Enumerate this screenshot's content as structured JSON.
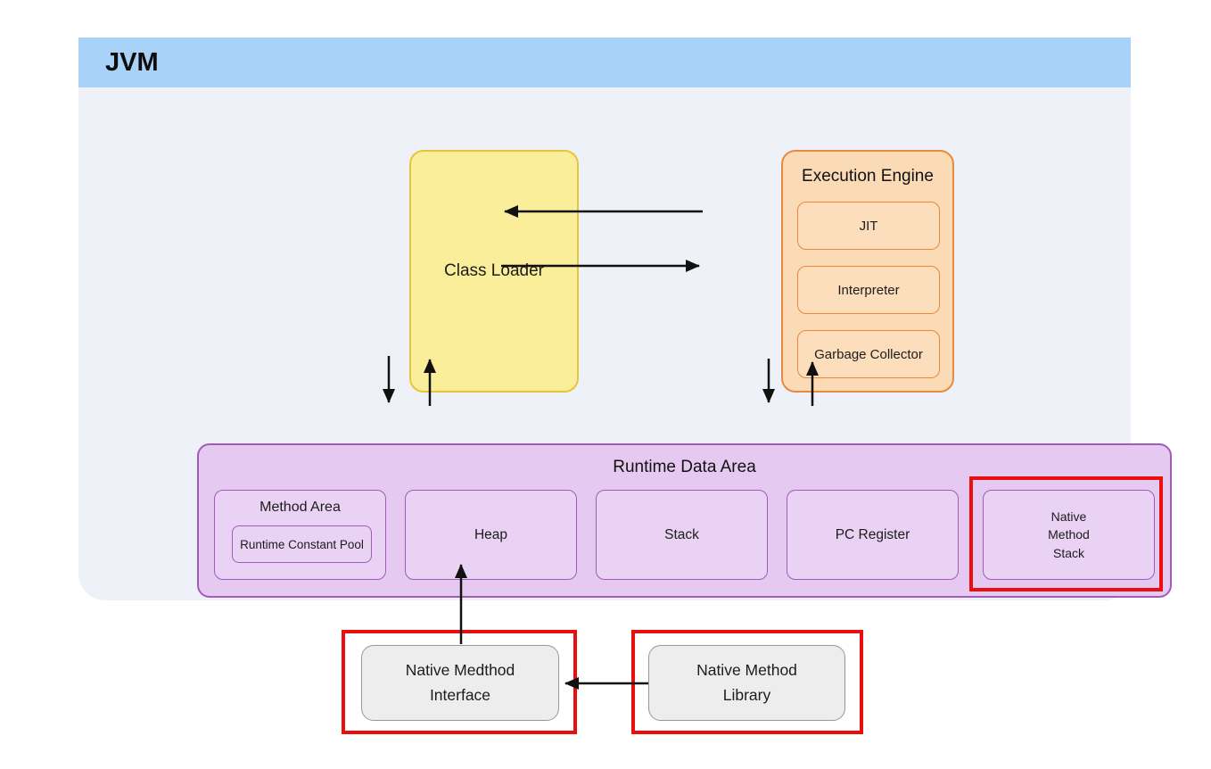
{
  "diagram": {
    "title": "JVM",
    "class_loader": {
      "label": "Class Loader"
    },
    "execution_engine": {
      "label": "Execution Engine",
      "components": [
        {
          "label": "JIT"
        },
        {
          "label": "Interpreter"
        },
        {
          "label": "Garbage Collector"
        }
      ]
    },
    "runtime_data_area": {
      "label": "Runtime Data Area",
      "method_area": {
        "label": "Method Area",
        "runtime_constant_pool": {
          "label": "Runtime Constant Pool"
        }
      },
      "cells": [
        {
          "label": "Heap"
        },
        {
          "label": "Stack"
        },
        {
          "label": "PC Register"
        }
      ],
      "native_method_stack": {
        "label": "Native\nMethod\nStack",
        "highlighted": true
      }
    },
    "native_method_interface": {
      "label": "Native Medthod\nInterface",
      "highlighted": true
    },
    "native_method_library": {
      "label": "Native Method\nLibrary",
      "highlighted": true
    },
    "connections": [
      {
        "from": "execution-engine",
        "to": "class-loader"
      },
      {
        "from": "class-loader",
        "to": "execution-engine"
      },
      {
        "from": "class-loader",
        "to": "runtime-data-area"
      },
      {
        "from": "runtime-data-area",
        "to": "class-loader"
      },
      {
        "from": "execution-engine",
        "to": "runtime-data-area"
      },
      {
        "from": "runtime-data-area",
        "to": "execution-engine"
      },
      {
        "from": "native-method-interface",
        "to": "runtime-data-area"
      },
      {
        "from": "native-method-library",
        "to": "native-method-interface"
      }
    ],
    "colors": {
      "header_blue": "#a8d2f8",
      "container_gray": "#eef1f7",
      "class_loader_fill": "#faee9b",
      "class_loader_border": "#e6c636",
      "execution_engine_fill": "#fbdab6",
      "execution_engine_border": "#e78a40",
      "runtime_fill": "#e6c9f0",
      "runtime_inner_fill": "#ead2f4",
      "runtime_border": "#a15cb8",
      "highlight_red": "#e90f0f",
      "native_fill": "#ededed",
      "native_border": "#979797",
      "arrow_black": "#111111"
    }
  }
}
